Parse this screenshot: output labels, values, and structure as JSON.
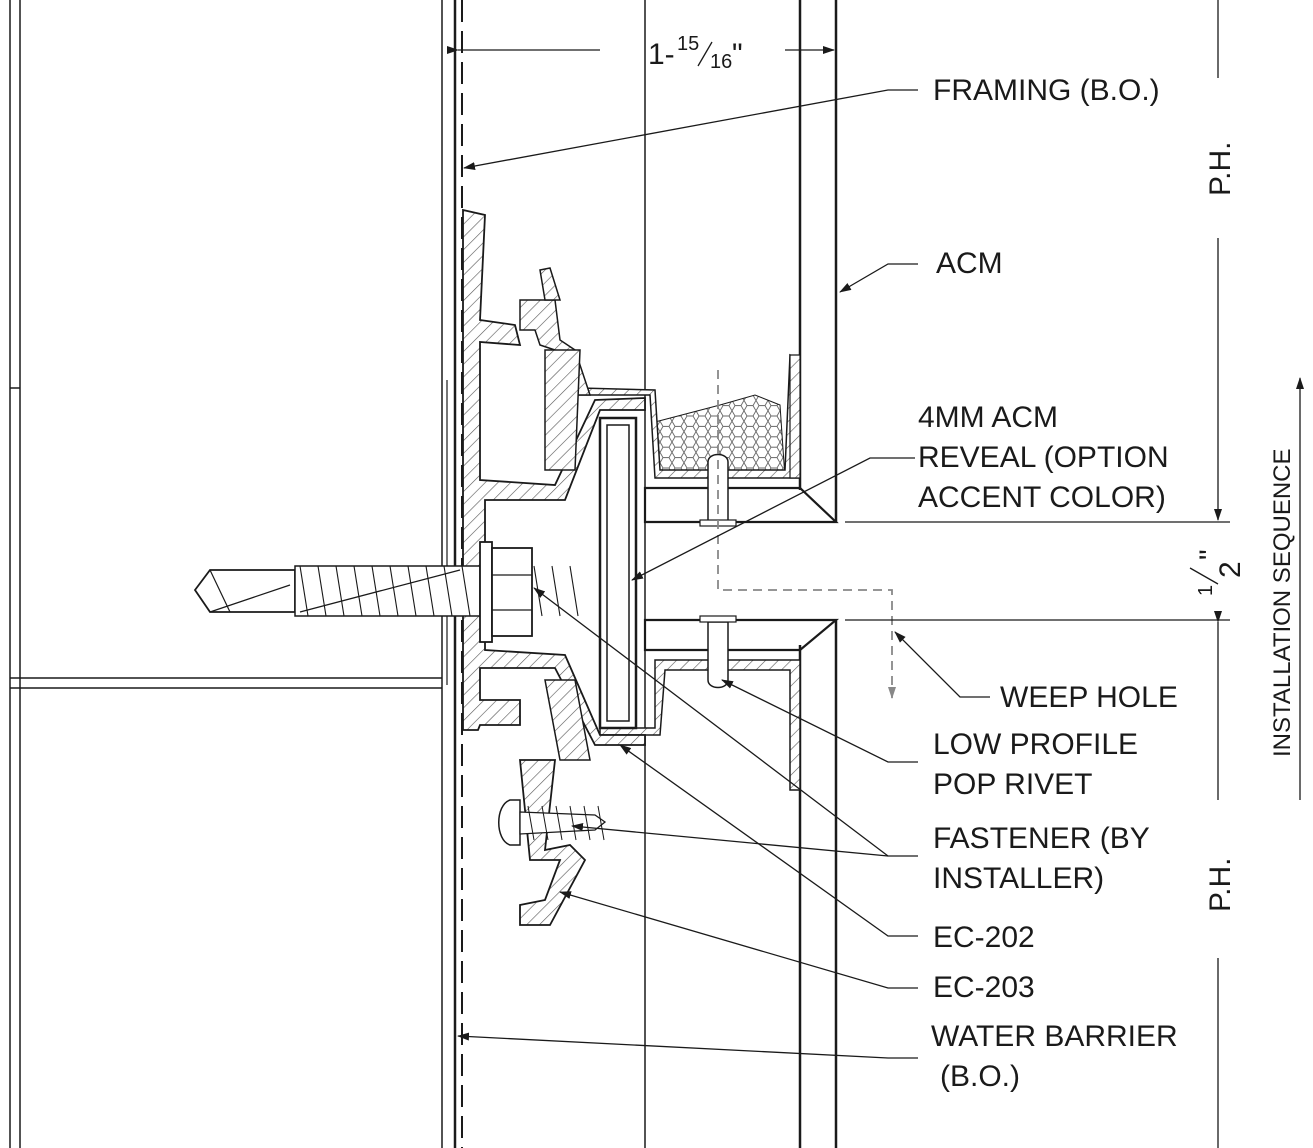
{
  "dimensions": {
    "panel_depth": {
      "whole": "1-",
      "num": "15",
      "den": "16",
      "inch": "\""
    },
    "reveal_gap": {
      "num": "1",
      "den": "2",
      "inch": "\""
    }
  },
  "callouts": {
    "framing": "FRAMING (B.O.)",
    "acm": "ACM",
    "reveal_l1": "4MM ACM",
    "reveal_l2": "REVEAL (OPTION",
    "reveal_l3": "ACCENT COLOR)",
    "weep_hole": "WEEP HOLE",
    "rivet_l1": "LOW PROFILE",
    "rivet_l2": "POP RIVET",
    "fastener_l1": "FASTENER (BY",
    "fastener_l2": "INSTALLER)",
    "ec202": "EC-202",
    "ec203": "EC-203",
    "barrier_l1": "WATER BARRIER",
    "barrier_l2": "(B.O.)"
  },
  "side_labels": {
    "ph_top": "P.H.",
    "ph_bottom": "P.H.",
    "installation": "INSTALLATION SEQUENCE"
  }
}
